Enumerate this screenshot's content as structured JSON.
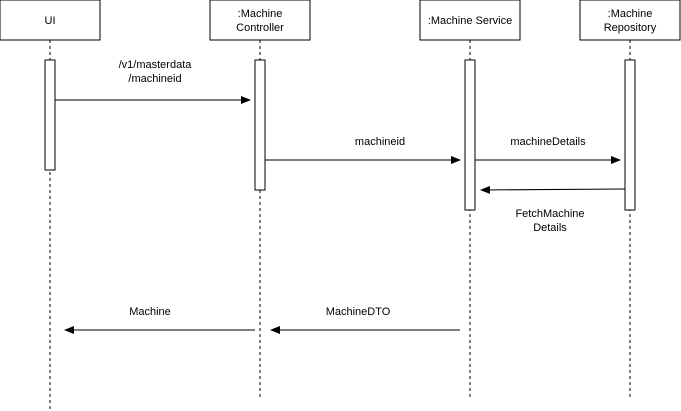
{
  "participants": [
    {
      "id": "ui",
      "lines": [
        "UI"
      ]
    },
    {
      "id": "controller",
      "lines": [
        ":Machine",
        "Controller"
      ]
    },
    {
      "id": "service",
      "lines": [
        ":Machine Service"
      ]
    },
    {
      "id": "repository",
      "lines": [
        ":Machine",
        "Repository"
      ]
    }
  ],
  "messages": [
    {
      "id": "masterdata-request",
      "from": "ui",
      "to": "controller",
      "style": "solid",
      "lines": [
        "/v1/masterdata",
        "/machineid"
      ]
    },
    {
      "id": "machineid",
      "from": "controller",
      "to": "service",
      "style": "solid",
      "lines": [
        "machineid"
      ]
    },
    {
      "id": "machine-details",
      "from": "service",
      "to": "repository",
      "style": "solid",
      "lines": [
        "machineDetails"
      ]
    },
    {
      "id": "fetch-machine-details",
      "from": "repository",
      "to": "service",
      "style": "solid",
      "lines": [
        "FetchMachine",
        "Details"
      ]
    },
    {
      "id": "machine-dto",
      "from": "service",
      "to": "controller",
      "style": "solid",
      "lines": [
        "MachineDTO"
      ]
    },
    {
      "id": "machine",
      "from": "controller",
      "to": "ui",
      "style": "solid",
      "lines": [
        "Machine"
      ]
    }
  ]
}
